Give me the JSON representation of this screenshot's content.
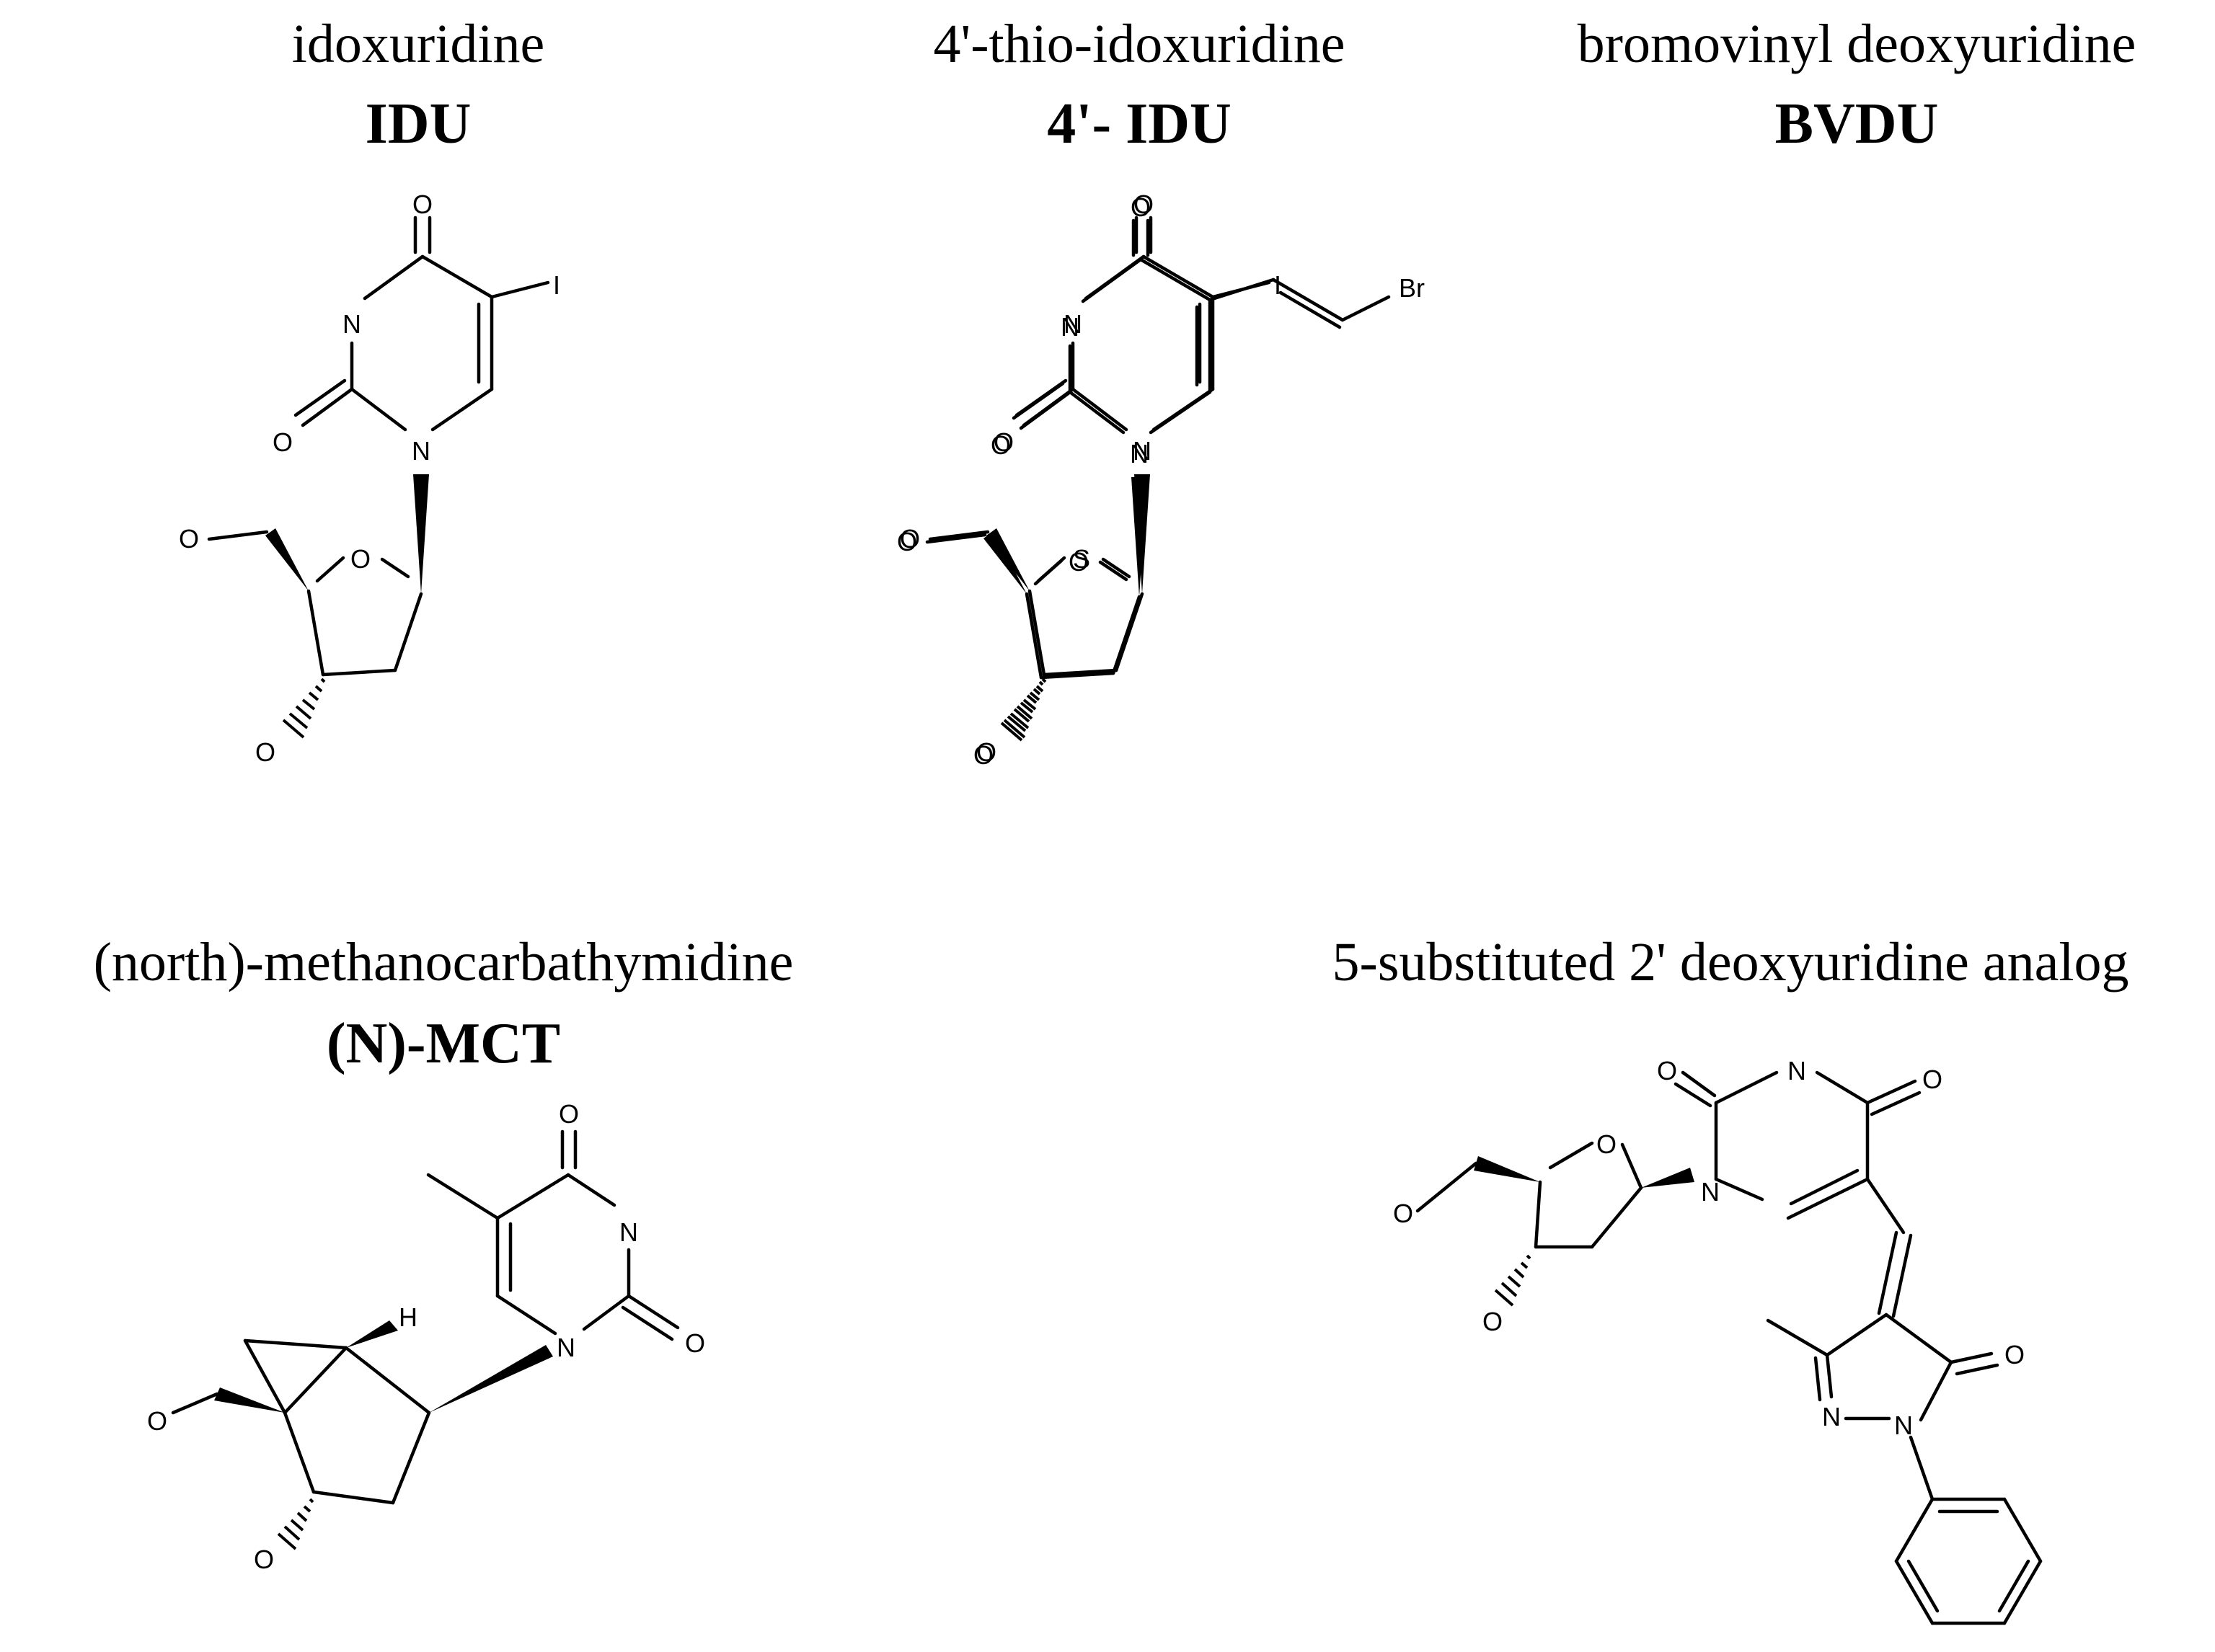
{
  "compounds": [
    {
      "name": "idoxuridine",
      "abbr": "IDU"
    },
    {
      "name": "4'-thio-idoxuridine",
      "abbr": "4'- IDU"
    },
    {
      "name": "bromovinyl deoxyuridine",
      "abbr": "BVDU"
    },
    {
      "name": "(north)-methanocarbathymidine",
      "abbr": "(N)-MCT"
    },
    {
      "name": "5-substituted 2' deoxyuridine analog"
    }
  ],
  "atoms": {
    "O": "O",
    "N": "N",
    "I": "I",
    "S": "S",
    "Br": "Br",
    "H": "H"
  }
}
